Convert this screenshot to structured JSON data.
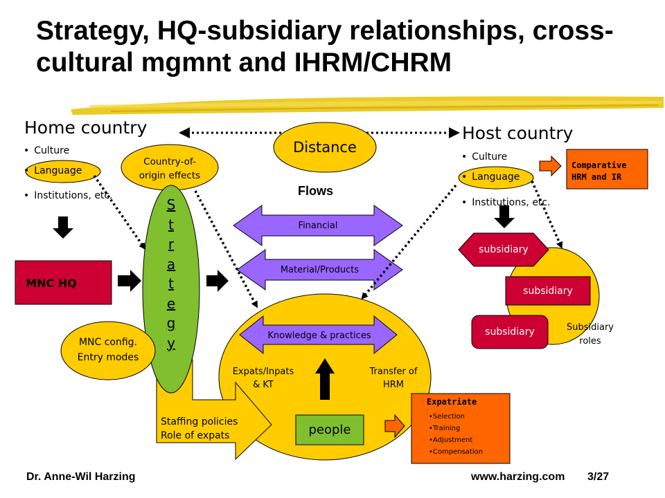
{
  "title": "Strategy, HQ-subsidiary relationships, cross-cultural mgmnt and IHRM/CHRM",
  "home": {
    "heading": "Home country",
    "items": [
      "Culture",
      "Language",
      "Institutions, etc."
    ]
  },
  "host": {
    "heading": "Host country",
    "items": [
      "Culture",
      "Language",
      "Institutions, etc."
    ]
  },
  "distance": "Distance",
  "country_of_origin": [
    "Country-of-",
    "origin effects"
  ],
  "strategy_letters": [
    "S",
    "t",
    "r",
    "a",
    "t",
    "e",
    "g",
    "y"
  ],
  "mnc_hq": "MNC HQ",
  "mnc_config": [
    "MNC config.",
    "Entry modes"
  ],
  "flows": {
    "heading": "Flows",
    "financial": "Financial",
    "material": "Material/Products",
    "knowledge": "Knowledge & practices"
  },
  "people_area": {
    "expats": [
      "Expats/Inpats",
      "& KT"
    ],
    "transfer": [
      "Transfer of",
      "HRM"
    ],
    "people": "people"
  },
  "staffing": [
    "Staffing policies",
    "Role of expats"
  ],
  "comparative": [
    "Comparative",
    "HRM and IR"
  ],
  "subsidiaries": [
    "subsidiary",
    "subsidiary",
    "subsidiary"
  ],
  "subsidiary_roles": [
    "Subsidiary",
    "roles"
  ],
  "expatriate": {
    "heading": "Expatriate",
    "items": [
      "Selection",
      "Training",
      "Adjustment",
      "Compensation"
    ]
  },
  "footer": {
    "author": "Dr. Anne-Wil Harzing",
    "site": "www.harzing.com",
    "page": "3/27"
  },
  "colors": {
    "yellow": "#FFCC00",
    "green": "#80BF2E",
    "red": "#CC0033",
    "purple": "#9966FF",
    "orange": "#FF6600"
  }
}
